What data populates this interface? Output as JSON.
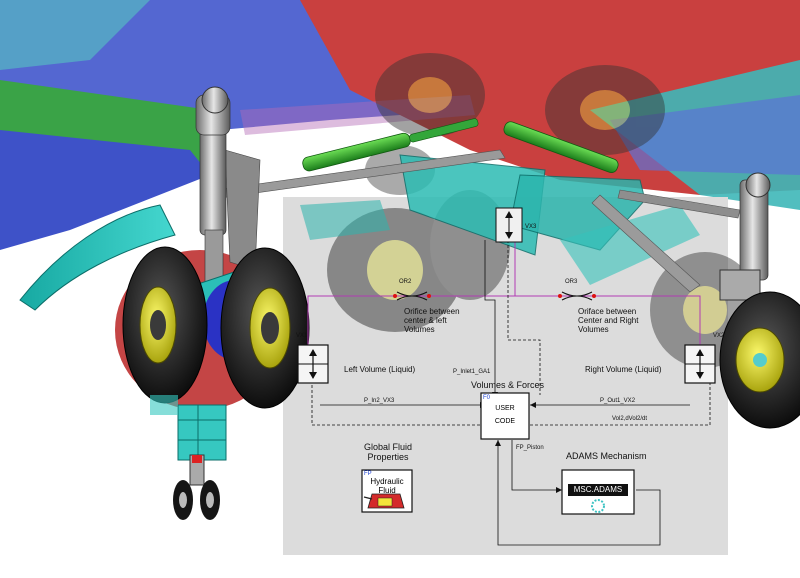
{
  "diagram": {
    "orifice_left": {
      "id": "OR2",
      "label_line1": "Orifice between",
      "label_line2": "center & left",
      "label_line3": "Volumes"
    },
    "orifice_right": {
      "id": "OR3",
      "label_line1": "Oriface between",
      "label_line2": "Center and Right",
      "label_line3": "Volumes"
    },
    "left_volume": {
      "id": "VX1",
      "label": "Left Volume (Liquid)"
    },
    "right_volume": {
      "id": "VX2",
      "label": "Right Volume (Liquid)"
    },
    "center_volume": {
      "id": "VX3"
    },
    "volumes_forces": {
      "title": "Volumes & Forces",
      "tag": "F0",
      "line1": "USER",
      "line2": "CODE"
    },
    "signals": {
      "p_inlet": "P_Inlet1_GA1",
      "p_in2": "P_In2_VX3",
      "p_out1": "P_Out1_VX2",
      "vol2": "Vol2,dVol2/dt",
      "fp_piston": "FP_Piston"
    },
    "global_fluid": {
      "title_line1": "Global Fluid",
      "title_line2": "Properties",
      "tag": "FP",
      "line1": "Hydraulic",
      "line2": "Fluid"
    },
    "adams": {
      "title": "ADAMS Mechanism",
      "label": "MSC.ADAMS"
    }
  },
  "colors": {
    "panel": "#dcdcdc",
    "wing_red": "#c33a3a",
    "wing_blue": "#3c4fc8",
    "fairing_cyan": "#2bbfb7",
    "actuator_green": "#2fae2f",
    "tire": "#1a1a1a",
    "hub": "#e6e01b",
    "magenta_line": "#b23bb3"
  }
}
